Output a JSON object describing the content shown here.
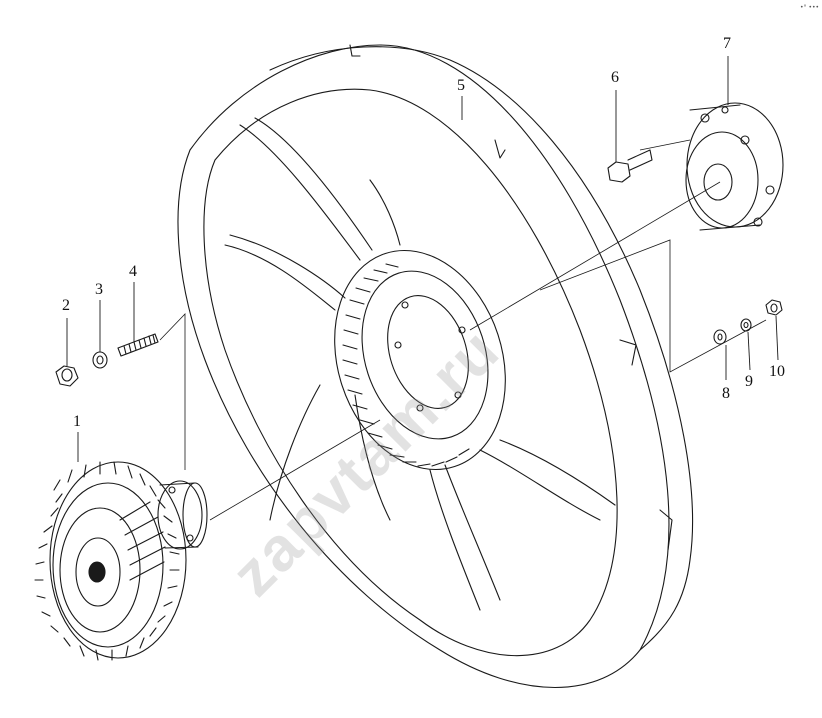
{
  "diagram": {
    "callouts": [
      "1",
      "2",
      "3",
      "4",
      "5",
      "6",
      "7",
      "8",
      "9",
      "10"
    ],
    "watermark": "zapvtam.ru",
    "corner_mark": "•° •••",
    "line_color": "#1a1a1a"
  }
}
